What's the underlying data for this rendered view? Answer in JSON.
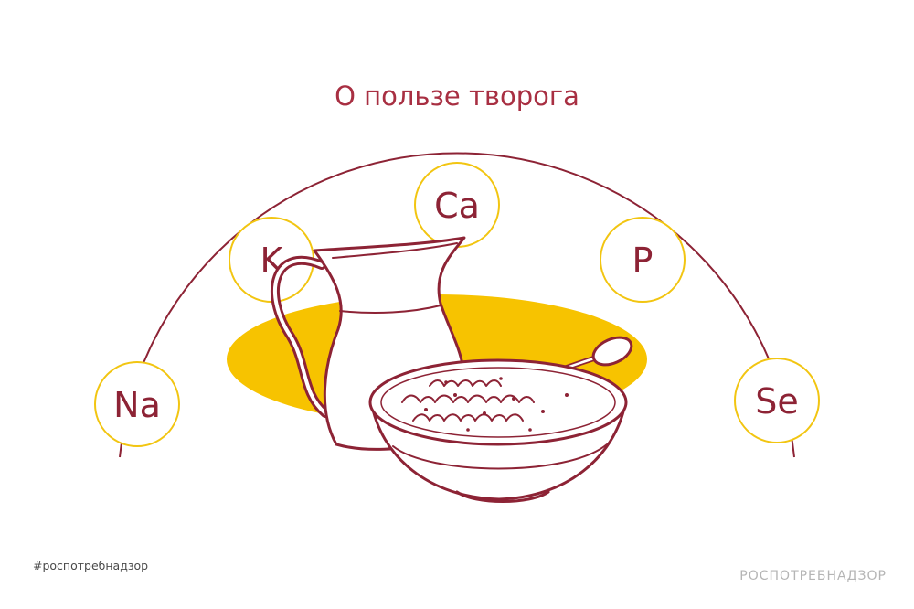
{
  "header": {
    "title": "О пользе творога"
  },
  "elements": [
    {
      "symbol": "Na"
    },
    {
      "symbol": "K"
    },
    {
      "symbol": "Ca"
    },
    {
      "symbol": "P"
    },
    {
      "symbol": "Se"
    }
  ],
  "footer": {
    "hashtag": "#роспотребнадзор",
    "brand": "РОСПОТРЕБНАДЗОР"
  },
  "colors": {
    "accent": "#8d2335",
    "title": "#a82f42",
    "circle_border": "#f2c511",
    "highlight": "#f7c300",
    "background": "#ffffff"
  },
  "icons": [
    "jug-icon",
    "bowl-of-cottage-cheese-icon",
    "spoon-icon"
  ]
}
